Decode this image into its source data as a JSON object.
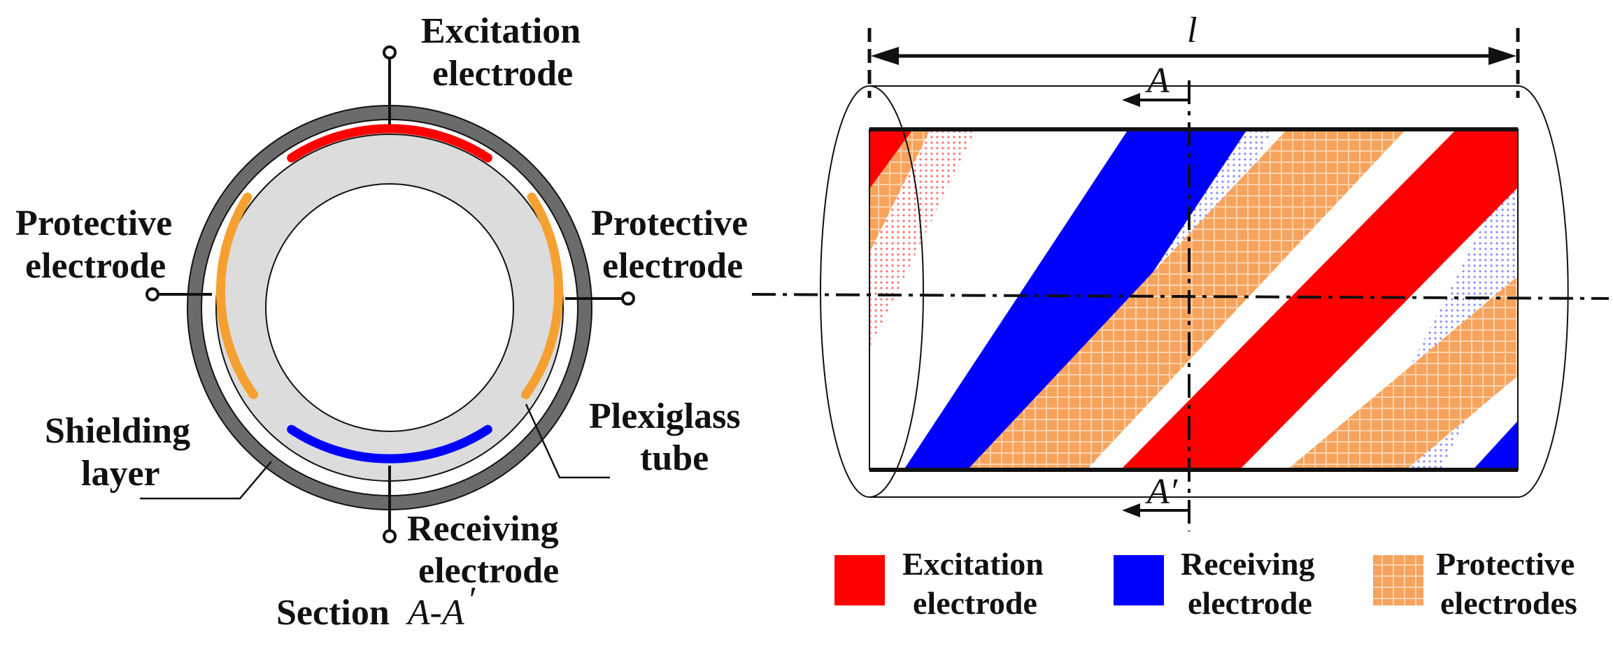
{
  "cross_section": {
    "excitation_label_line1": "Excitation",
    "excitation_label_line2": "electrode",
    "protective_left_line1": "Protective",
    "protective_left_line2": "electrode",
    "protective_right_line1": "Protective",
    "protective_right_line2": "electrode",
    "shielding_line1": "Shielding",
    "shielding_line2": "layer",
    "plexiglass_line1": "Plexiglass",
    "plexiglass_line2": "tube",
    "receiving_line1": "Receiving",
    "receiving_line2": "electrode",
    "section_word": "Section",
    "section_name": "A-A",
    "section_prime": "′"
  },
  "side_view": {
    "length_symbol": "l",
    "top_marker": "A",
    "bottom_marker": "A′"
  },
  "legend": [
    {
      "line1": "Excitation",
      "line2": "electrode",
      "color": "#ff0000"
    },
    {
      "line1": "Receiving",
      "line2": "electrode",
      "color": "#0000ff"
    },
    {
      "line1": "Protective",
      "line2": "electrodes",
      "color": "#f7a35c"
    }
  ],
  "colors": {
    "excitation": "#ff0000",
    "receiving": "#0000ff",
    "protective": "#f7a35c",
    "protective_ring": "#f5a030",
    "shield": "#6b6b6b",
    "tube": "#dcdcdc"
  }
}
